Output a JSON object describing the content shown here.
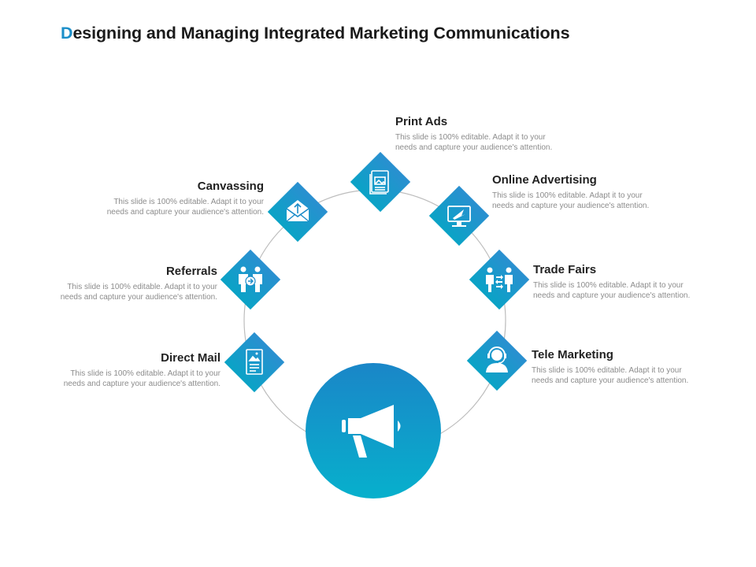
{
  "title": {
    "first_letter": "D",
    "rest": "esigning and Managing Integrated Marketing Communications"
  },
  "colors": {
    "accent": "#1c8fc9",
    "diamond_top": "#2a8fd0",
    "diamond_bottom": "#0aa3c6",
    "circle_top": "#1a86c8",
    "circle_bottom": "#07b0cc",
    "ring": "#bdbdbd"
  },
  "center": {
    "icon": "megaphone-icon"
  },
  "items": [
    {
      "id": "print-ads",
      "title": "Print Ads",
      "line1": "This slide is 100% editable.  Adapt it to your",
      "line2": "needs and capture your audience's attention.",
      "icon": "newspaper-icon"
    },
    {
      "id": "online-advertising",
      "title": "Online Advertising",
      "line1": "This slide is 100% editable.  Adapt it to your",
      "line2": "needs and capture your audience's attention.",
      "icon": "monitor-icon"
    },
    {
      "id": "trade-fairs",
      "title": "Trade Fairs",
      "line1": "This slide is 100% editable.  Adapt it to your",
      "line2": "needs and capture your audience's attention.",
      "icon": "people-exchange-icon"
    },
    {
      "id": "tele-marketing",
      "title": "Tele Marketing",
      "line1": "This slide is 100% editable.  Adapt it to your",
      "line2": "needs and capture your audience's attention.",
      "icon": "headset-agent-icon"
    },
    {
      "id": "canvassing",
      "title": "Canvassing",
      "line1": "This slide is 100% editable.  Adapt it to your",
      "line2": "needs and capture your audience's attention.",
      "icon": "envelope-icon"
    },
    {
      "id": "referrals",
      "title": "Referrals",
      "line1": "This slide is 100% editable.  Adapt it to your",
      "line2": "needs and capture your audience's attention.",
      "icon": "referral-people-icon"
    },
    {
      "id": "direct-mail",
      "title": "Direct Mail",
      "line1": "This slide is 100% editable.  Adapt it to your",
      "line2": "needs and capture your audience's attention.",
      "icon": "mail-document-icon"
    }
  ]
}
